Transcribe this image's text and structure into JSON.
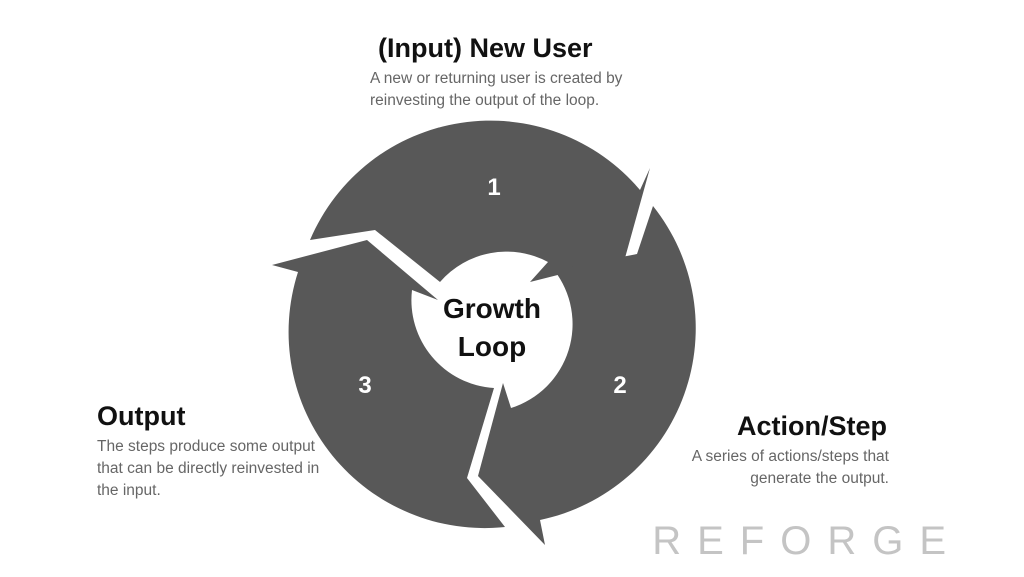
{
  "center": {
    "line1": "Growth",
    "line2": "Loop"
  },
  "segments": [
    {
      "number": "1"
    },
    {
      "number": "2"
    },
    {
      "number": "3"
    }
  ],
  "stages": {
    "input": {
      "title": "(Input) New User",
      "description": "A new or returning user is created by reinvesting the output of the loop."
    },
    "action": {
      "title": "Action/Step",
      "description": "A series of actions/steps that generate the output."
    },
    "output": {
      "title": "Output",
      "description": "The steps produce some output that can be directly reinvested in the input."
    }
  },
  "brand": "REFORGE",
  "colors": {
    "ring": "#585858",
    "ring_text": "#ffffff",
    "heading": "#111111",
    "description": "#666666",
    "brand": "#c4c4c4"
  }
}
